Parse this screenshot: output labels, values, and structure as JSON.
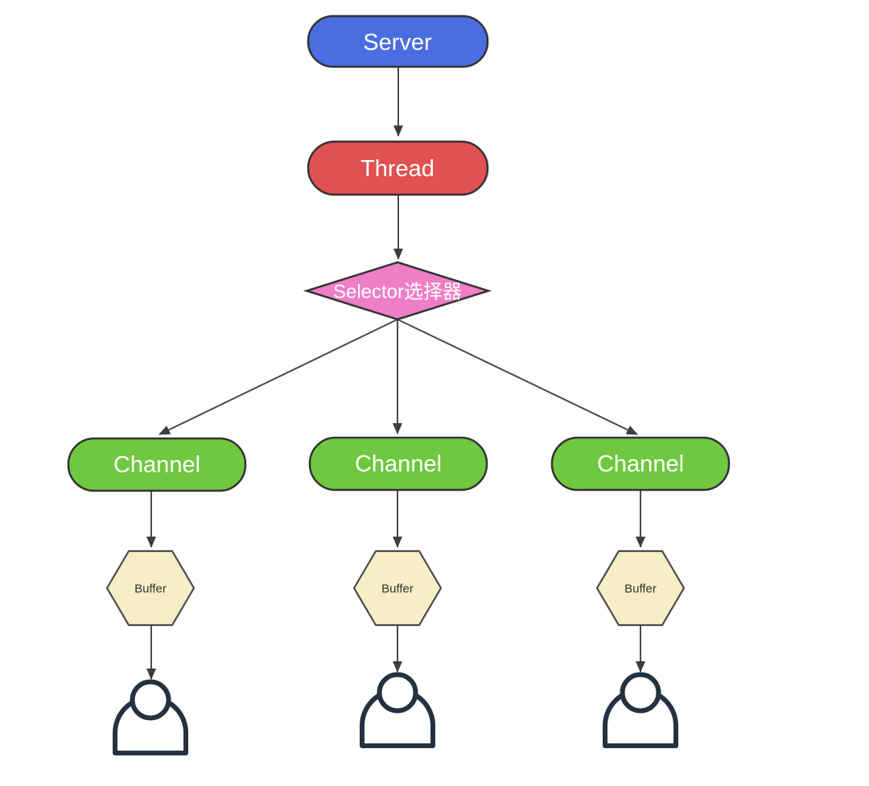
{
  "background": "#ffffff",
  "colors": {
    "server_fill": "#4a6de0",
    "thread_fill": "#e05151",
    "selector_fill": "#ee7ec6",
    "channel_fill": "#6fc83f",
    "buffer_fill": "#f6eec5",
    "node_stroke": "#333333",
    "edge_stroke": "#4a4a4a",
    "person_stroke": "#243140",
    "label_light": "#ffffff",
    "label_dark": "#333333"
  },
  "nodes": {
    "server": {
      "label": "Server",
      "shape": "stadium"
    },
    "thread": {
      "label": "Thread",
      "shape": "stadium"
    },
    "selector": {
      "label": "Selector选择器",
      "shape": "diamond"
    },
    "channels": [
      {
        "label": "Channel",
        "shape": "stadium"
      },
      {
        "label": "Channel",
        "shape": "stadium"
      },
      {
        "label": "Channel",
        "shape": "stadium"
      }
    ],
    "buffers": [
      {
        "label": "Buffer",
        "shape": "hexagon"
      },
      {
        "label": "Buffer",
        "shape": "hexagon"
      },
      {
        "label": "Buffer",
        "shape": "hexagon"
      }
    ],
    "clients": [
      {
        "icon": "person-icon"
      },
      {
        "icon": "person-icon"
      },
      {
        "icon": "person-icon"
      }
    ]
  },
  "edges": [
    {
      "from": "server",
      "to": "thread"
    },
    {
      "from": "thread",
      "to": "selector"
    },
    {
      "from": "selector",
      "to": "channel-1"
    },
    {
      "from": "selector",
      "to": "channel-2"
    },
    {
      "from": "selector",
      "to": "channel-3"
    },
    {
      "from": "channel-1",
      "to": "buffer-1"
    },
    {
      "from": "channel-2",
      "to": "buffer-2"
    },
    {
      "from": "channel-3",
      "to": "buffer-3"
    },
    {
      "from": "buffer-1",
      "to": "client-1"
    },
    {
      "from": "buffer-2",
      "to": "client-2"
    },
    {
      "from": "buffer-3",
      "to": "client-3"
    }
  ]
}
